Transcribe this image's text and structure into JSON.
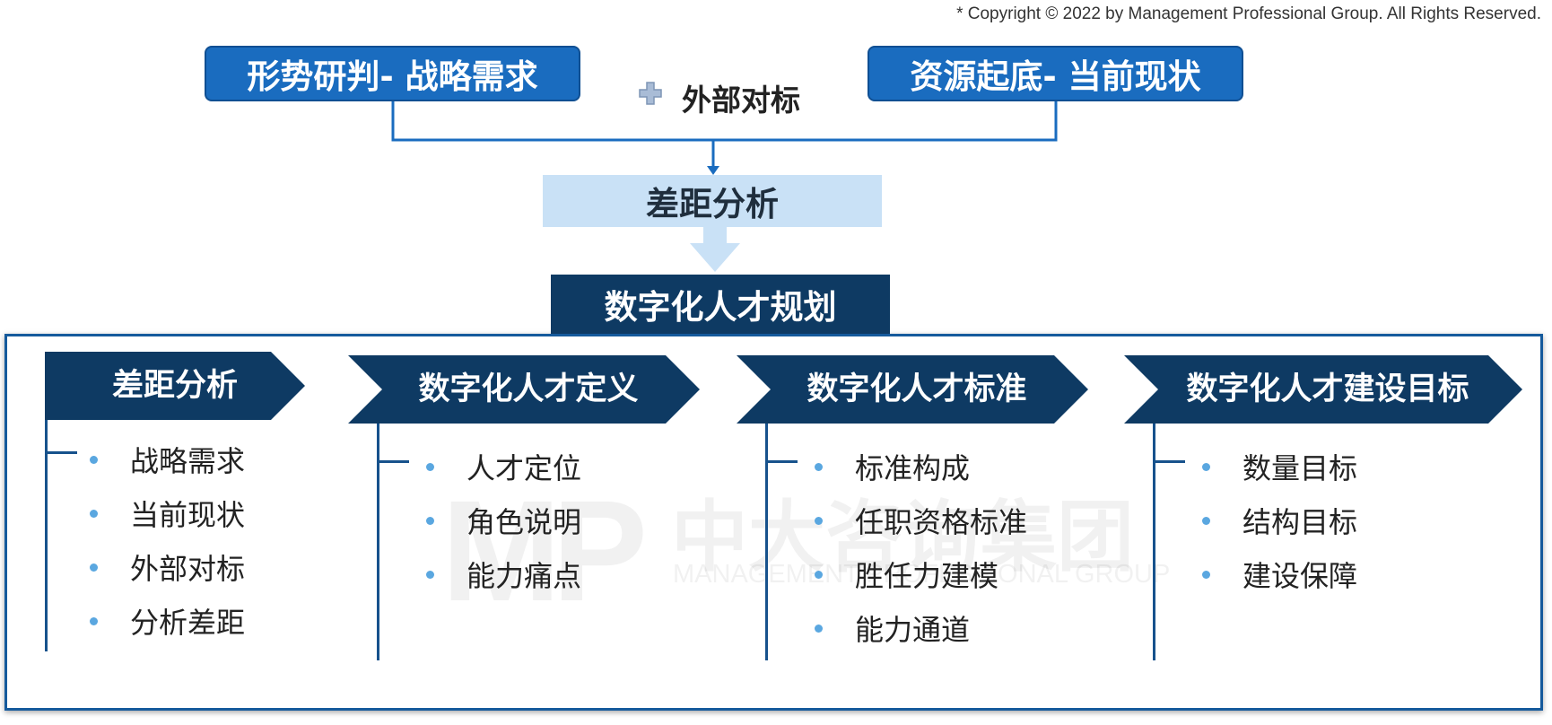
{
  "copyright": "* Copyright © 2022 by Management Professional Group. All Rights Reserved.",
  "top_left_box": "形势研判- 战略需求",
  "top_right_box": "资源起底- 当前现状",
  "plus_label": "外部对标",
  "gap_box": "差距分析",
  "plan_box": "数字化人才规划",
  "watermark": {
    "logo": "MP",
    "name": "中大咨询集团",
    "subtitle": "MANAGEMENT PROFESSIONAL GROUP"
  },
  "columns": [
    {
      "title": "差距分析",
      "items": [
        "战略需求",
        "当前现状",
        "外部对标",
        "分析差距"
      ]
    },
    {
      "title": "数字化人才定义",
      "items": [
        "人才定位",
        "角色说明",
        "能力痛点"
      ]
    },
    {
      "title": "数字化人才标准",
      "items": [
        "标准构成",
        "任职资格标准",
        "胜任力建模",
        "能力通道"
      ]
    },
    {
      "title": "数字化人才建设目标",
      "items": [
        "数量目标",
        "结构目标",
        "建设保障"
      ]
    }
  ],
  "colors": {
    "dark_navy": "#0e3a63",
    "blue": "#1a6cbf",
    "light_blue": "#c9e1f6",
    "bullet": "#5aa7e0"
  }
}
